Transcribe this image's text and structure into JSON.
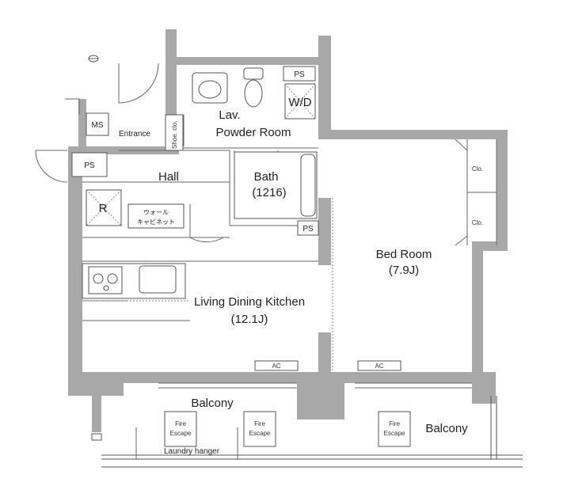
{
  "rooms": {
    "lav": "Lav.",
    "powder_room": "Powder Room",
    "entrance": "Entrance",
    "shoe_closet": "Shoe. clo.",
    "hall": "Hall",
    "bath": "Bath",
    "bath_size": "(1216)",
    "bed_room": "Bed Room",
    "bed_room_size": "(7.9J)",
    "ldk": "Living Dining Kitchen",
    "ldk_size": "(12.1J)",
    "balcony_left": "Balcony",
    "balcony_right": "Balcony",
    "wall_cabinet_line1": "ウォール",
    "wall_cabinet_line2": "キャビネット"
  },
  "fixtures": {
    "ms": "MS",
    "ps_entry": "PS",
    "ps_lav": "PS",
    "ps_bath": "PS",
    "wd": "W/D",
    "fridge": "R",
    "closet_upper": "Clo.",
    "closet_lower": "Clo.",
    "ac_ldk": "AC",
    "ac_bed": "AC",
    "fire_escape_1_line1": "Fire",
    "fire_escape_1_line2": "Escape",
    "fire_escape_2_line1": "Fire",
    "fire_escape_2_line2": "Escape",
    "fire_escape_3_line1": "Fire",
    "fire_escape_3_line2": "Escape",
    "laundry_hanger": "Laundry hanger"
  },
  "colors": {
    "wall": "#a8a8a8",
    "line": "#555555"
  }
}
